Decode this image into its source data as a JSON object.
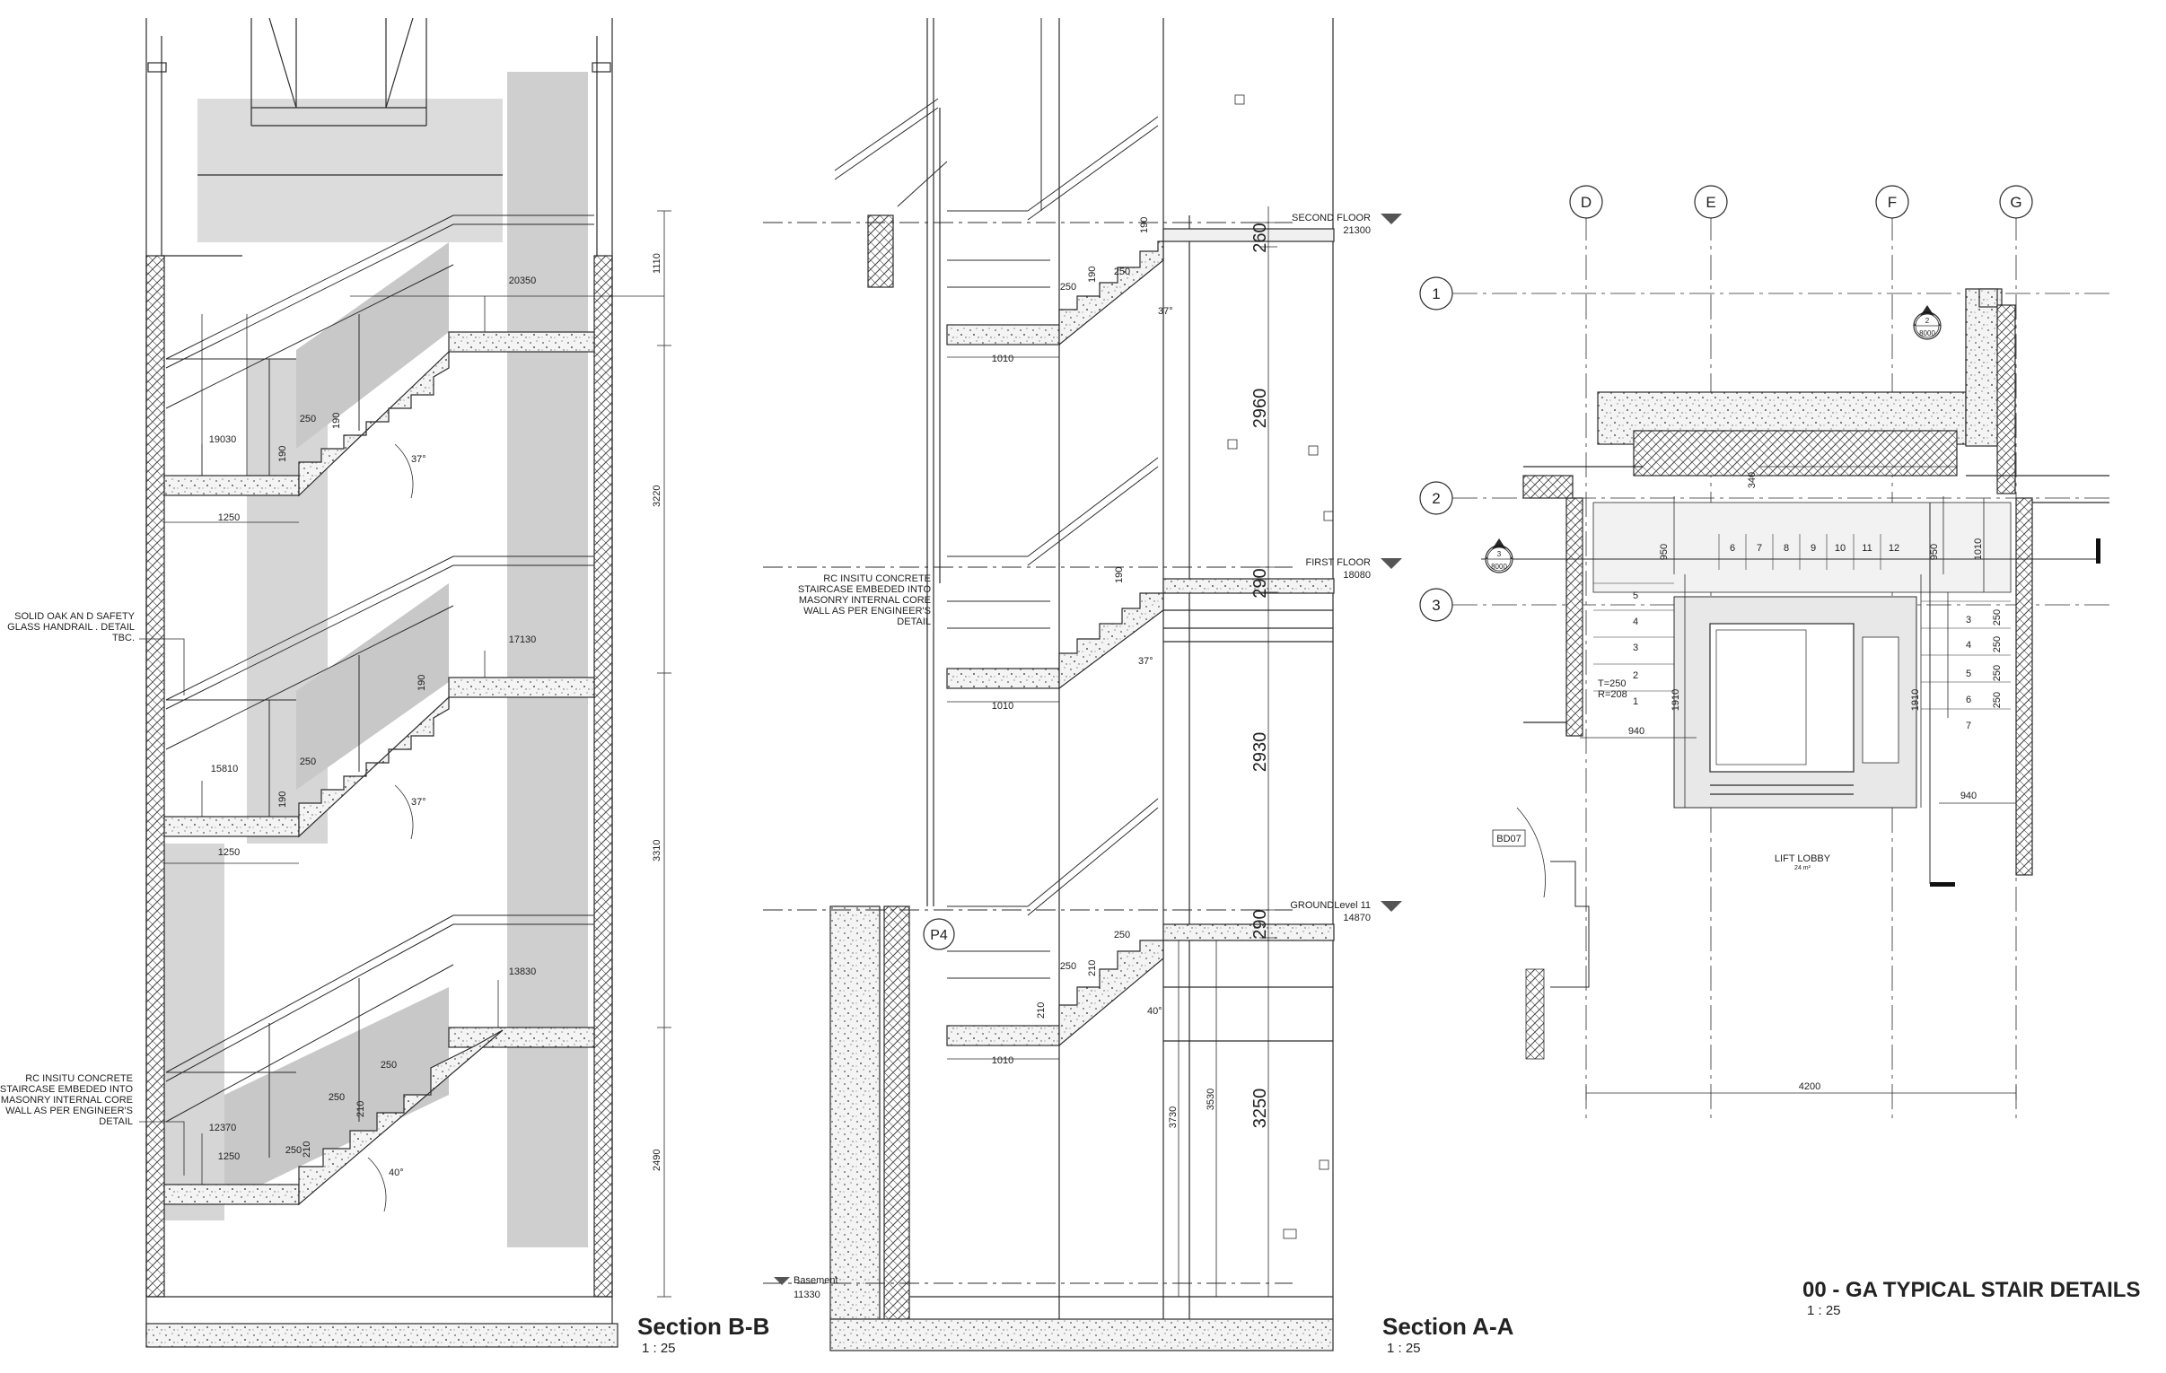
{
  "section_bb": {
    "title": "Section B-B",
    "scale": "1 : 25",
    "notes": {
      "handrail": [
        "SOLID OAK AN D SAFETY",
        "GLASS HANDRAIL . DETAIL",
        "TBC."
      ],
      "concrete": [
        "RC INSITU CONCRETE",
        "STAIRCASE EMBEDED INTO",
        "MASONRY INTERNAL CORE",
        "WALL AS PER ENGINEER'S",
        "DETAIL"
      ]
    },
    "spot_levels": [
      "20350",
      "19030",
      "17130",
      "15810",
      "13830",
      "12370"
    ],
    "landing_widths": [
      "1250",
      "1250",
      "1250"
    ],
    "treads": [
      "250",
      "250",
      "250",
      "250",
      "250"
    ],
    "risers": [
      "190",
      "190",
      "190",
      "190",
      "210",
      "210"
    ],
    "angles": [
      "37°",
      "37°",
      "40°"
    ],
    "vertical_dims": [
      "1110",
      "3220",
      "3310",
      "2490"
    ]
  },
  "section_aa": {
    "title": "Section A-A",
    "scale": "1 : 25",
    "note": [
      "RC INSITU CONCRETE",
      "STAIRCASE EMBEDED INTO",
      "MASONRY INTERNAL CORE",
      "WALL AS PER ENGINEER'S",
      "DETAIL"
    ],
    "levels": [
      {
        "name": "SECOND FLOOR",
        "value": "21300"
      },
      {
        "name": "FIRST FLOOR",
        "value": "18080"
      },
      {
        "name": "GROUNDLevel 11",
        "value": "14870"
      },
      {
        "name": "Basement",
        "value": "11330"
      }
    ],
    "slab_dims": [
      "260",
      "290",
      "290"
    ],
    "storey_dims": [
      "2960",
      "2930",
      "3250"
    ],
    "small_dims": [
      "3730",
      "3530"
    ],
    "landing_widths": [
      "1010",
      "1010",
      "1010"
    ],
    "treads": [
      "250",
      "250",
      "250"
    ],
    "risers": [
      "190",
      "190",
      "190",
      "210",
      "210"
    ],
    "tread_extra": [
      "250",
      "250"
    ],
    "angles": [
      "37°",
      "37°",
      "40°"
    ],
    "grid_bubble": "P4"
  },
  "plan": {
    "title": "00 - GA TYPICAL STAIR DETAILS",
    "scale": "1 : 25",
    "grid_cols": [
      "D",
      "E",
      "F",
      "G"
    ],
    "grid_rows": [
      "1",
      "2",
      "3"
    ],
    "section_markers": [
      {
        "num": "2",
        "sheet": "8000"
      },
      {
        "num": "3",
        "sheet": "8000"
      }
    ],
    "dims": {
      "d340": "340",
      "d950a": "950",
      "d950b": "950",
      "d1010": "1010",
      "d1910a": "1910",
      "d1910b": "1910",
      "d940a": "940",
      "d940b": "940",
      "d4200": "4200",
      "d250s": [
        "250",
        "250",
        "250",
        "250"
      ]
    },
    "steps_top": [
      "6",
      "7",
      "8",
      "9",
      "10",
      "11",
      "12"
    ],
    "steps_left": [
      "5",
      "4",
      "3",
      "2",
      "1"
    ],
    "steps_right": [
      "3",
      "4",
      "5",
      "6",
      "7"
    ],
    "tr_note": [
      "T=250",
      "R=208"
    ],
    "room_name": "LIFT LOBBY",
    "room_area": "24 m²",
    "door_tag": "BD07"
  },
  "colors": {
    "line": "#2b2b2b",
    "shade": "#c8c8c8",
    "hatch": "#9a9a9a",
    "bg": "#ffffff"
  }
}
